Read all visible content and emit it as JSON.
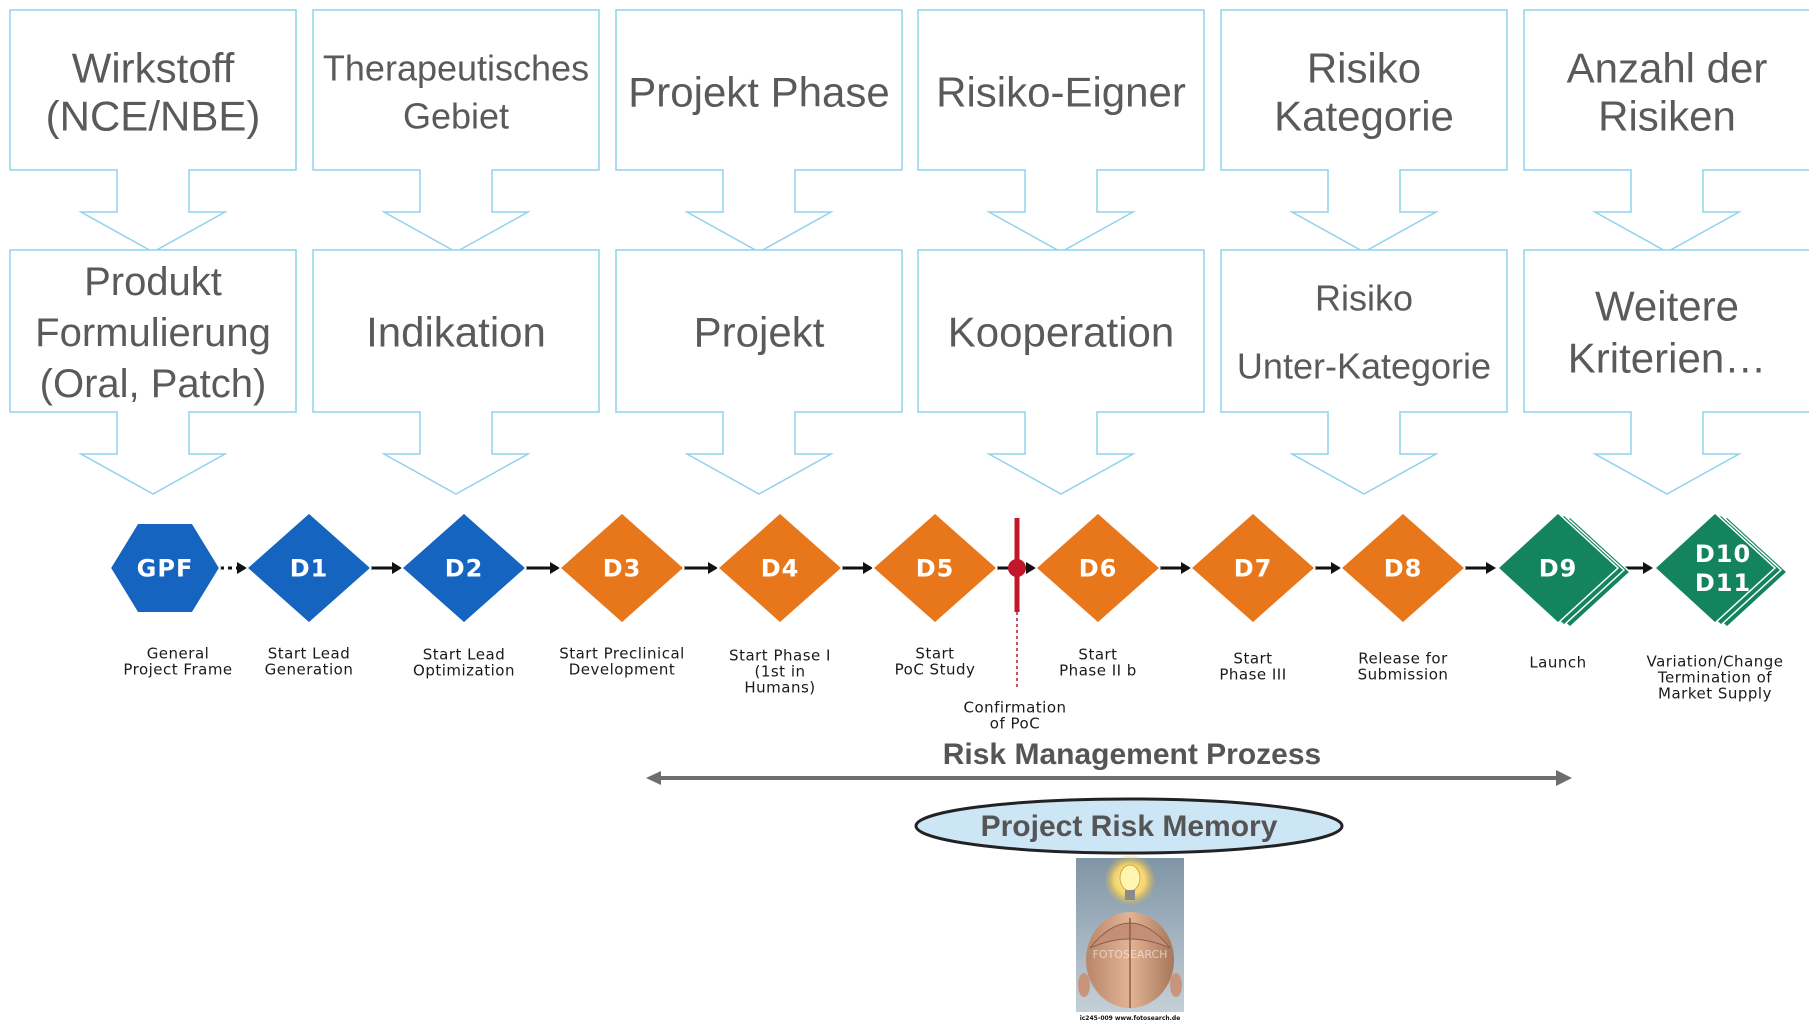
{
  "top_row": [
    {
      "lines": [
        "Wirkstoff",
        "(NCE/NBE)"
      ]
    },
    {
      "lines": [
        "Therapeutisches",
        "Gebiet"
      ]
    },
    {
      "lines": [
        "Projekt Phase"
      ]
    },
    {
      "lines": [
        "Risiko-Eigner"
      ]
    },
    {
      "lines": [
        "Risiko",
        "Kategorie"
      ]
    },
    {
      "lines": [
        "Anzahl der",
        "Risiken"
      ]
    }
  ],
  "middle_row": [
    {
      "lines": [
        "Produkt",
        "Formulierung",
        "(Oral, Patch)"
      ]
    },
    {
      "lines": [
        "Indikation"
      ]
    },
    {
      "lines": [
        "Projekt"
      ]
    },
    {
      "lines": [
        "Kooperation"
      ]
    },
    {
      "lines": [
        "Risiko",
        "Unter-Kategorie"
      ]
    },
    {
      "lines": [
        "Weitere",
        "Kriterien…"
      ]
    }
  ],
  "milestones": [
    {
      "code": [
        "GPF"
      ],
      "shape": "hexagon",
      "color": "#1565c0",
      "label": [
        "General",
        "Project Frame"
      ]
    },
    {
      "code": [
        "D1"
      ],
      "shape": "diamond",
      "color": "#1565c0",
      "label": [
        "Start Lead",
        "Generation"
      ]
    },
    {
      "code": [
        "D2"
      ],
      "shape": "diamond",
      "color": "#1565c0",
      "label": [
        "Start Lead",
        "Optimization"
      ]
    },
    {
      "code": [
        "D3"
      ],
      "shape": "diamond",
      "color": "#e8771c",
      "label": [
        "Start Preclinical",
        "Development"
      ]
    },
    {
      "code": [
        "D4"
      ],
      "shape": "diamond",
      "color": "#e8771c",
      "label": [
        "Start Phase I",
        "(1st in",
        "Humans)"
      ]
    },
    {
      "code": [
        "D5"
      ],
      "shape": "diamond",
      "color": "#e8771c",
      "label": [
        "Start",
        "PoC Study"
      ]
    },
    {
      "code": [
        "D6"
      ],
      "shape": "diamond",
      "color": "#e8771c",
      "label": [
        "Start",
        "Phase II b"
      ]
    },
    {
      "code": [
        "D7"
      ],
      "shape": "diamond",
      "color": "#e8771c",
      "label": [
        "Start",
        "Phase III"
      ]
    },
    {
      "code": [
        "D8"
      ],
      "shape": "diamond",
      "color": "#e8771c",
      "label": [
        "Release for",
        "Submission"
      ]
    },
    {
      "code": [
        "D9"
      ],
      "shape": "stacked-diamond",
      "color": "#14845f",
      "label": [
        "Launch"
      ]
    },
    {
      "code": [
        "D10",
        "D11"
      ],
      "shape": "stacked-diamond",
      "color": "#14845f",
      "label": [
        "Variation/Change",
        "Termination of",
        "Market Supply"
      ]
    }
  ],
  "poc_marker": {
    "label": [
      "Confirmation",
      "of PoC"
    ],
    "color": "#c0182a"
  },
  "risk_process": {
    "title": "Risk Management Prozess"
  },
  "memory": {
    "title": "Project Risk Memory",
    "fill": "#cde6f5"
  },
  "photo": {
    "caption": "ic245-009 www.fotosearch.de",
    "watermark": "FOTOSEARCH"
  },
  "colors": {
    "callout_border": "#8fd3ec",
    "arrow": "#6e6e6e"
  }
}
